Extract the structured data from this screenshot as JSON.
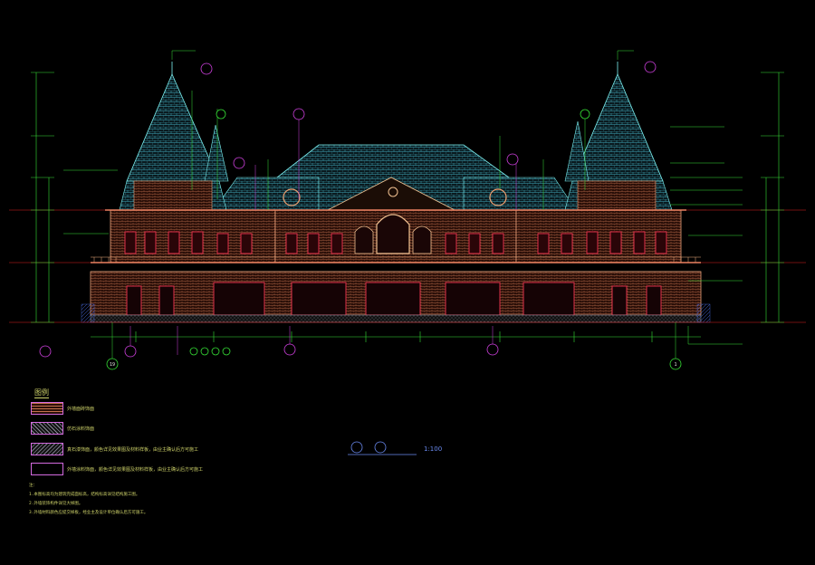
{
  "drawing": {
    "title_scale": "1:100",
    "axis_start": "19",
    "axis_end": "1",
    "colors": {
      "background": "#000000",
      "roof": "#7cf0f0",
      "facade": "#e8a07a",
      "window": "#e0304a",
      "dimension": "#36e036",
      "annotation": "#e8e8e8",
      "callout": "#d040e0",
      "accent_line": "#e02020",
      "hatch": "#4060e0"
    }
  },
  "legend": {
    "header": "图例",
    "items": [
      {
        "text": "外墙面砖饰面"
      },
      {
        "text": "仿石涂料饰面"
      },
      {
        "text": "真石漆饰面，颜色详见效果图及材料样板，由业主确认后方可施工"
      },
      {
        "text": "外墙涂料饰面，颜色详见效果图及材料样板，由业主确认后方可施工"
      }
    ]
  },
  "notes": {
    "title": "注：",
    "lines": [
      "1.本图标高均为建筑完成面标高，结构标高详见结构施工图。",
      "2.外墙装饰构件详见大样图。",
      "3.外墙材料颜色应提交样板，经业主及设计单位确认后方可施工。"
    ]
  }
}
